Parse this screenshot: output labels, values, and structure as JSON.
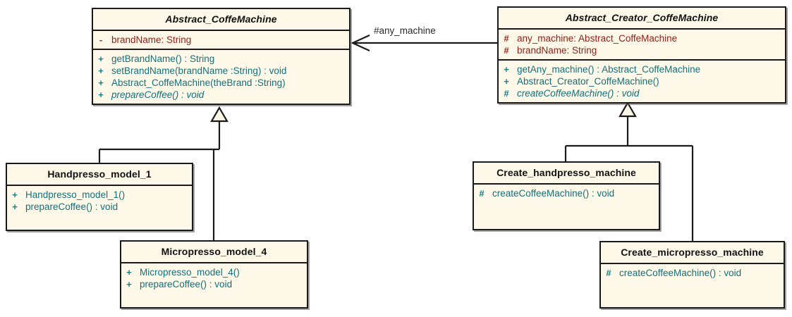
{
  "diagram": {
    "title": "Abstract Factory coffee machine UML class diagram",
    "colors": {
      "class_fill": "#fdf8e8",
      "border": "#1a1a1a",
      "attribute_text": "#8e1f17",
      "method_text": "#14707a",
      "label_text": "#2b2b2b",
      "canvas": "#ffffff"
    }
  },
  "classes": {
    "abstract_coffemachine": {
      "name": "Abstract_CoffeMachine",
      "is_abstract": true,
      "attributes": [
        {
          "visibility": "-",
          "text": "brandName:  String"
        }
      ],
      "methods": [
        {
          "visibility": "+",
          "text": "getBrandName() : String",
          "is_abstract": false
        },
        {
          "visibility": "+",
          "text": "setBrandName(brandName :String) : void",
          "is_abstract": false
        },
        {
          "visibility": "+",
          "text": "Abstract_CoffeMachine(theBrand :String)",
          "is_abstract": false
        },
        {
          "visibility": "+",
          "text": "prepareCoffee() : void",
          "is_abstract": true
        }
      ]
    },
    "abstract_creator_coffemachine": {
      "name": "Abstract_Creator_CoffeMachine",
      "is_abstract": true,
      "attributes": [
        {
          "visibility": "#",
          "text": "any_machine:  Abstract_CoffeMachine"
        },
        {
          "visibility": "#",
          "text": "brandName:  String"
        }
      ],
      "methods": [
        {
          "visibility": "+",
          "text": "getAny_machine() : Abstract_CoffeMachine",
          "is_abstract": false
        },
        {
          "visibility": "+",
          "text": "Abstract_Creator_CoffeMachine()",
          "is_abstract": false
        },
        {
          "visibility": "#",
          "text": "createCoffeeMachine() : void",
          "is_abstract": true
        }
      ]
    },
    "handpresso_model_1": {
      "name": "Handpresso_model_1",
      "is_abstract": false,
      "attributes": [],
      "methods": [
        {
          "visibility": "+",
          "text": "Handpresso_model_1()",
          "is_abstract": false
        },
        {
          "visibility": "+",
          "text": "prepareCoffee() : void",
          "is_abstract": false
        }
      ]
    },
    "micropresso_model_4": {
      "name": "Micropresso_model_4",
      "is_abstract": false,
      "attributes": [],
      "methods": [
        {
          "visibility": "+",
          "text": "Micropresso_model_4()",
          "is_abstract": false
        },
        {
          "visibility": "+",
          "text": "prepareCoffee() : void",
          "is_abstract": false
        }
      ]
    },
    "create_handpresso_machine": {
      "name": "Create_handpresso_machine",
      "is_abstract": false,
      "attributes": [],
      "methods": [
        {
          "visibility": "#",
          "text": "createCoffeeMachine() : void",
          "is_abstract": false
        }
      ]
    },
    "create_micropresso_machine": {
      "name": "Create_micropresso_machine",
      "is_abstract": false,
      "attributes": [],
      "methods": [
        {
          "visibility": "#",
          "text": "createCoffeeMachine() : void",
          "is_abstract": false
        }
      ]
    }
  },
  "relationships": {
    "association": {
      "label": "#any_machine",
      "from": "Abstract_Creator_CoffeMachine",
      "to": "Abstract_CoffeMachine",
      "type": "directed-association"
    },
    "generalizations": [
      {
        "child": "Handpresso_model_1",
        "parent": "Abstract_CoffeMachine"
      },
      {
        "child": "Micropresso_model_4",
        "parent": "Abstract_CoffeMachine"
      },
      {
        "child": "Create_handpresso_machine",
        "parent": "Abstract_Creator_CoffeMachine"
      },
      {
        "child": "Create_micropresso_machine",
        "parent": "Abstract_Creator_CoffeMachine"
      }
    ]
  }
}
